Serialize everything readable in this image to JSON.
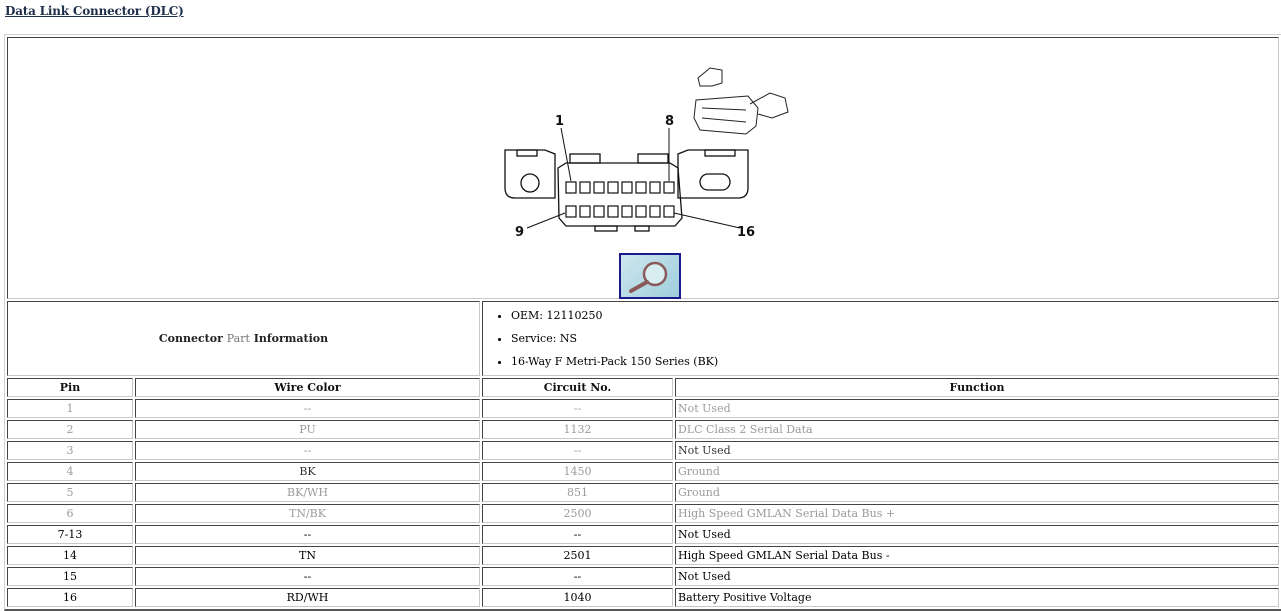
{
  "page": {
    "title": "Data Link Connector (DLC)"
  },
  "figure": {
    "pin_labels": {
      "top_left": "1",
      "top_right": "8",
      "bottom_left": "9",
      "bottom_right": "16"
    },
    "top_row_pins": 8,
    "bottom_row_pins": 8,
    "zoom_icon": "magnifier-icon"
  },
  "connector_info": {
    "label_part1": "Connector",
    "label_part2": "Part",
    "label_part3": "Information",
    "items": [
      "OEM: 12110250",
      "Service: NS",
      "16-Way F Metri-Pack 150 Series (BK)"
    ]
  },
  "table": {
    "headers": [
      "Pin",
      "Wire Color",
      "Circuit No.",
      "Function"
    ],
    "rows": [
      {
        "pin": "1",
        "wire": "--",
        "circuit": "--",
        "function": "Not Used",
        "style": "grey"
      },
      {
        "pin": "2",
        "wire": "PU",
        "circuit": "1132",
        "function": "DLC Class 2 Serial Data",
        "style": "grey"
      },
      {
        "pin": "3",
        "wire": "--",
        "circuit": "--",
        "function": "Not Used",
        "style": "grey"
      },
      {
        "pin": "4",
        "wire": "BK",
        "circuit": "1450",
        "function": "Ground",
        "style": "grey"
      },
      {
        "pin": "5",
        "wire": "BK/WH",
        "circuit": "851",
        "function": "Ground",
        "style": "grey"
      },
      {
        "pin": "6",
        "wire": "TN/BK",
        "circuit": "2500",
        "function": "High Speed GMLAN Serial Data Bus +",
        "style": "grey"
      },
      {
        "pin": "7-13",
        "wire": "--",
        "circuit": "--",
        "function": "Not Used",
        "style": "normal"
      },
      {
        "pin": "14",
        "wire": "TN",
        "circuit": "2501",
        "function": "High Speed GMLAN Serial Data Bus -",
        "style": "normal"
      },
      {
        "pin": "15",
        "wire": "--",
        "circuit": "--",
        "function": "Not Used",
        "style": "normal"
      },
      {
        "pin": "16",
        "wire": "RD/WH",
        "circuit": "1040",
        "function": "Battery Positive Voltage",
        "style": "normal"
      }
    ]
  }
}
